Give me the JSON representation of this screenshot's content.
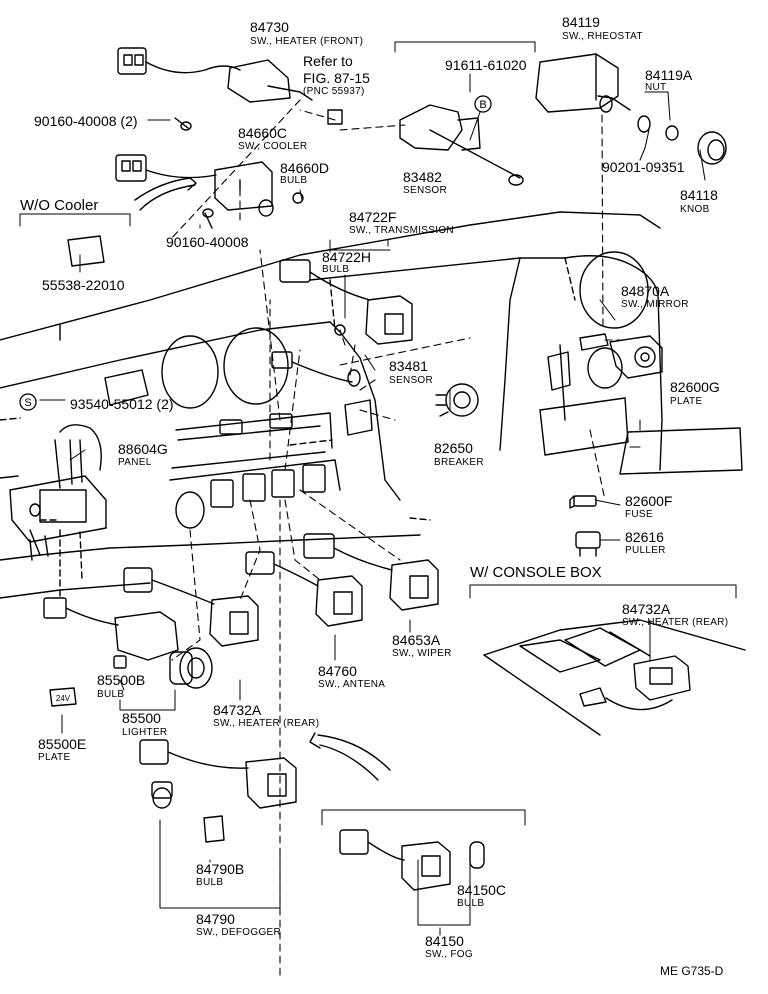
{
  "labels": {
    "p84730": {
      "pn": "84730",
      "sub": "SW., HEATER (FRONT)"
    },
    "refer": {
      "line1": "Refer to",
      "line2": "FIG. 87-15",
      "line3": "(PNC 55937)"
    },
    "p84119": {
      "pn": "84119",
      "sub": "SW., RHEOSTAT"
    },
    "p91611": {
      "pn": "91611-61020"
    },
    "p84119A": {
      "pn": "84119A",
      "sub": "NUT"
    },
    "p90160_2": {
      "pn": "90160-40008 (2)"
    },
    "p84660C": {
      "pn": "84660C",
      "sub": "SW., COOLER"
    },
    "p84660D": {
      "pn": "84660D",
      "sub": "BULB"
    },
    "p83482": {
      "pn": "83482",
      "sub": "SENSOR"
    },
    "p90201": {
      "pn": "90201-09351"
    },
    "p84118": {
      "pn": "84118",
      "sub": "KNOB"
    },
    "wo_cooler": {
      "text": "W/O Cooler"
    },
    "p90160": {
      "pn": "90160-40008"
    },
    "p84722F": {
      "pn": "84722F",
      "sub": "SW., TRANSMISSION"
    },
    "p84722H": {
      "pn": "84722H",
      "sub": "BULB"
    },
    "p55538": {
      "pn": "55538-22010"
    },
    "p84870A": {
      "pn": "84870A",
      "sub": "SW., MIRROR"
    },
    "p83481": {
      "pn": "83481",
      "sub": "SENSOR"
    },
    "p93540": {
      "pn": "93540-55012 (2)"
    },
    "p82600G": {
      "pn": "82600G",
      "sub": "PLATE"
    },
    "p88604G": {
      "pn": "88604G",
      "sub": "PANEL"
    },
    "p82650": {
      "pn": "82650",
      "sub": "BREAKER"
    },
    "p82600F": {
      "pn": "82600F",
      "sub": "FUSE"
    },
    "p82616": {
      "pn": "82616",
      "sub": "PULLER"
    },
    "w_console": {
      "text": "W/ CONSOLE  BOX"
    },
    "p84732A_r": {
      "pn": "84732A",
      "sub": "SW., HEATER (REAR)"
    },
    "p84653A": {
      "pn": "84653A",
      "sub": "SW., WIPER"
    },
    "p84760": {
      "pn": "84760",
      "sub": "SW., ANTENA"
    },
    "p85500B": {
      "pn": "85500B",
      "sub": "BULB"
    },
    "p85500": {
      "pn": "85500",
      "sub": "LIGHTER"
    },
    "p84732A_l": {
      "pn": "84732A",
      "sub": "SW., HEATER (REAR)"
    },
    "p85500E": {
      "pn": "85500E",
      "sub": "PLATE"
    },
    "p84790B": {
      "pn": "84790B",
      "sub": "BULB"
    },
    "p84150C": {
      "pn": "84150C",
      "sub": "BULB"
    },
    "p84790": {
      "pn": "84790",
      "sub": "SW., DEFOGGER"
    },
    "p84150": {
      "pn": "84150",
      "sub": "SW., FOG"
    },
    "code": {
      "text": "ME  G735-D"
    }
  },
  "callouts": {
    "b": "B",
    "s": "S",
    "plate_24v": "24V"
  }
}
